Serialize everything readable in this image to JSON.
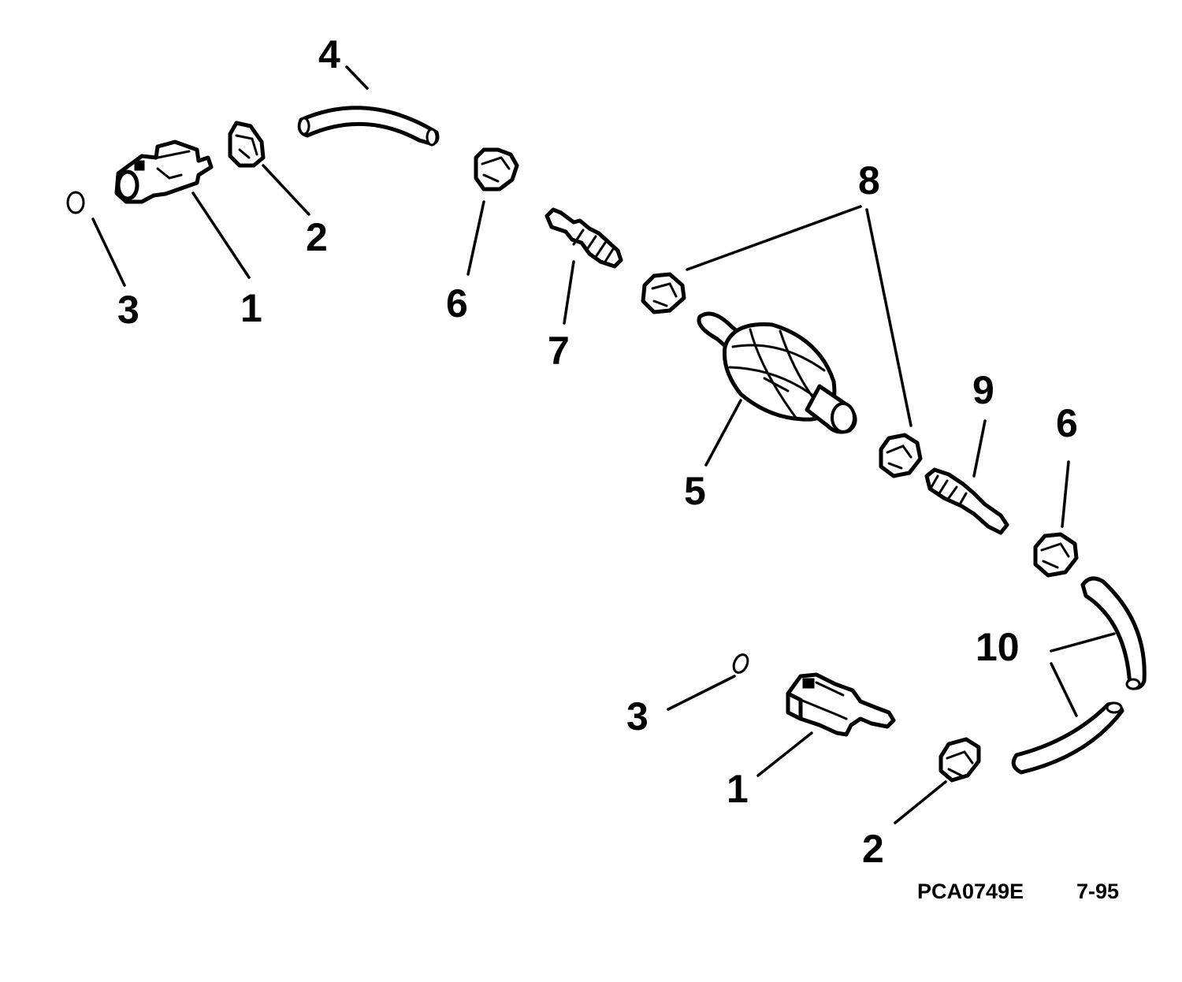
{
  "callouts": {
    "c1_top": "1",
    "c2_top": "2",
    "c3_top": "3",
    "c4": "4",
    "c5": "5",
    "c6_top": "6",
    "c6_right": "6",
    "c7": "7",
    "c8": "8",
    "c9": "9",
    "c10": "10",
    "c1_bottom": "1",
    "c2_bottom": "2",
    "c3_bottom": "3"
  },
  "footer": {
    "part_code": "PCA0749E",
    "date_code": "7-95"
  }
}
